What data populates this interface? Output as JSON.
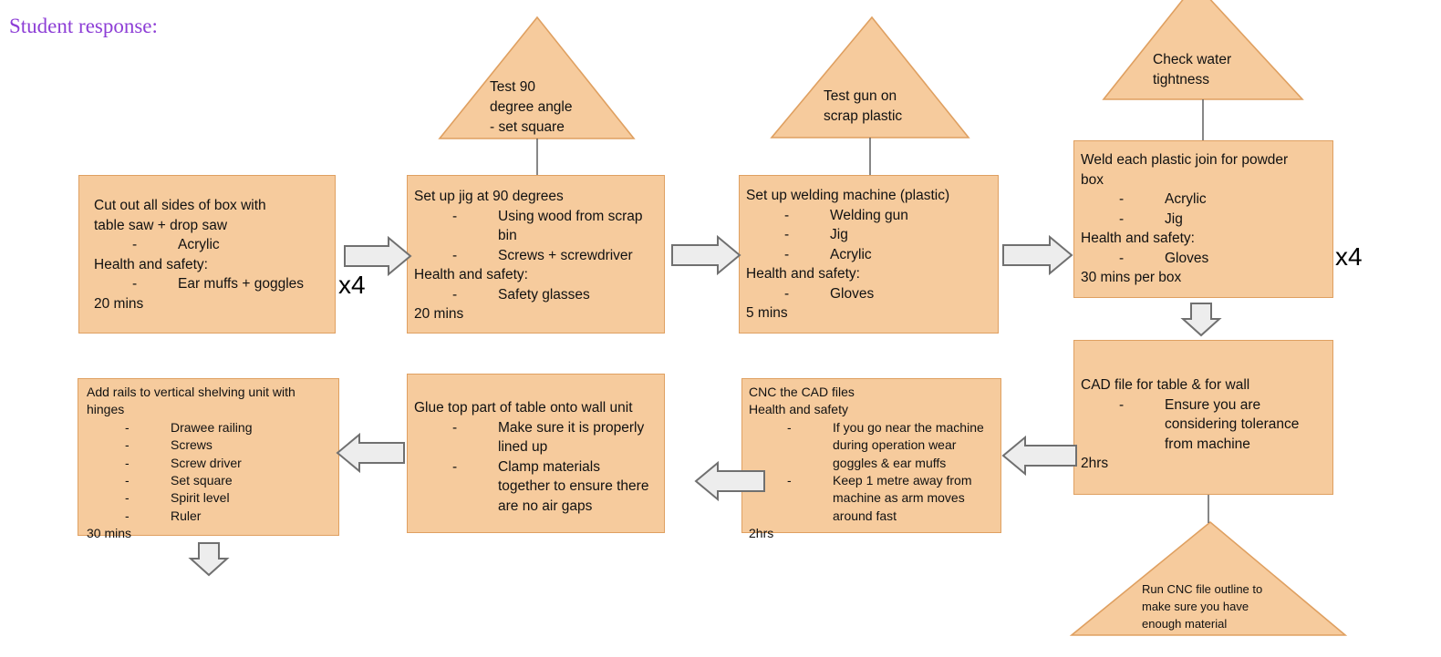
{
  "title": {
    "text": "Student response:",
    "color": "#8d3ed6"
  },
  "colors": {
    "shape_fill": "#f6cb9d",
    "shape_border": "#dfa061",
    "arrow_fill": "#ededed",
    "arrow_border": "#707070",
    "connector": "#5f5f5f",
    "text": "#111111",
    "background": "#ffffff"
  },
  "labels": {
    "cut_multiplier": "x4",
    "weld_multiplier": "x4"
  },
  "boxes": [
    {
      "name": "cut-box-sides",
      "lines": [
        {
          "text": "Cut out all sides of box with",
          "style": "plain"
        },
        {
          "text": "table saw + drop saw",
          "style": "plain"
        },
        {
          "text": "Acrylic",
          "style": "bullet"
        },
        {
          "text": "Health and safety:",
          "style": "plain"
        },
        {
          "text": "Ear muffs + goggles",
          "style": "bullet"
        },
        {
          "text": "20 mins",
          "style": "plain"
        }
      ]
    },
    {
      "name": "set-up-jig",
      "lines": [
        {
          "text": "Set up jig at 90 degrees",
          "style": "plain"
        },
        {
          "text": "Using wood from scrap",
          "style": "bullet"
        },
        {
          "text": "bin",
          "style": "cont"
        },
        {
          "text": "Screws + screwdriver",
          "style": "bullet"
        },
        {
          "text": "Health and safety:",
          "style": "plain"
        },
        {
          "text": "Safety glasses",
          "style": "bullet"
        },
        {
          "text": "20 mins",
          "style": "plain"
        }
      ]
    },
    {
      "name": "set-up-welding-machine",
      "lines": [
        {
          "text": "Set up welding machine (plastic)",
          "style": "plain"
        },
        {
          "text": "Welding gun",
          "style": "bullet"
        },
        {
          "text": "Jig",
          "style": "bullet"
        },
        {
          "text": "Acrylic",
          "style": "bullet"
        },
        {
          "text": "Health and safety:",
          "style": "plain"
        },
        {
          "text": "Gloves",
          "style": "bullet"
        },
        {
          "text": "5 mins",
          "style": "plain"
        }
      ]
    },
    {
      "name": "weld-plastic-joins",
      "lines": [
        {
          "text": "Weld each plastic join for powder",
          "style": "plain"
        },
        {
          "text": "box",
          "style": "plain"
        },
        {
          "text": "Acrylic",
          "style": "bullet"
        },
        {
          "text": "Jig",
          "style": "bullet"
        },
        {
          "text": "Health and safety:",
          "style": "plain"
        },
        {
          "text": "Gloves",
          "style": "bullet"
        },
        {
          "text": "30 mins per box",
          "style": "plain"
        }
      ]
    },
    {
      "name": "cad-file",
      "lines": [
        {
          "text": "CAD file for table & for wall",
          "style": "plain"
        },
        {
          "text": "Ensure you are",
          "style": "bullet"
        },
        {
          "text": "considering tolerance",
          "style": "cont"
        },
        {
          "text": "from machine",
          "style": "cont"
        },
        {
          "text": "2hrs",
          "style": "plain"
        }
      ]
    },
    {
      "name": "cnc-cad-files",
      "lines": [
        {
          "text": "CNC the CAD files",
          "style": "plain"
        },
        {
          "text": "Health and safety",
          "style": "plain"
        },
        {
          "text": "If you go near the machine",
          "style": "bullet"
        },
        {
          "text": "during operation wear",
          "style": "cont"
        },
        {
          "text": "goggles & ear muffs",
          "style": "cont"
        },
        {
          "text": "Keep 1 metre away from",
          "style": "bullet"
        },
        {
          "text": "machine as arm moves",
          "style": "cont"
        },
        {
          "text": "around fast",
          "style": "cont"
        },
        {
          "text": "2hrs",
          "style": "plain"
        }
      ]
    },
    {
      "name": "glue-table-top",
      "lines": [
        {
          "text": "Glue top part of table onto wall unit",
          "style": "plain"
        },
        {
          "text": "Make sure it is properly",
          "style": "bullet"
        },
        {
          "text": "lined up",
          "style": "cont"
        },
        {
          "text": "Clamp materials",
          "style": "bullet"
        },
        {
          "text": "together to ensure there",
          "style": "cont"
        },
        {
          "text": "are no air gaps",
          "style": "cont"
        }
      ]
    },
    {
      "name": "add-rails",
      "lines": [
        {
          "text": "Add rails to vertical shelving unit with",
          "style": "plain"
        },
        {
          "text": "hinges",
          "style": "plain"
        },
        {
          "text": "Drawee railing",
          "style": "bullet"
        },
        {
          "text": "Screws",
          "style": "bullet"
        },
        {
          "text": "Screw driver",
          "style": "bullet"
        },
        {
          "text": "Set square",
          "style": "bullet"
        },
        {
          "text": "Spirit level",
          "style": "bullet"
        },
        {
          "text": "Ruler",
          "style": "bullet"
        },
        {
          "text": "30 mins",
          "style": "plain"
        }
      ]
    }
  ],
  "triangles": [
    {
      "name": "test-90-degree-angle",
      "lines": [
        {
          "text": "Test 90",
          "style": "plain"
        },
        {
          "text": "degree angle",
          "style": "plain"
        },
        {
          "text": "- set square",
          "style": "plain"
        }
      ]
    },
    {
      "name": "test-gun-on-scrap",
      "lines": [
        {
          "text": "Test gun on",
          "style": "plain"
        },
        {
          "text": "scrap plastic",
          "style": "plain"
        }
      ]
    },
    {
      "name": "check-water-tightness",
      "lines": [
        {
          "text": "Check water",
          "style": "plain"
        },
        {
          "text": "tightness",
          "style": "plain"
        }
      ]
    },
    {
      "name": "run-cnc-outline",
      "lines": [
        {
          "text": "Run CNC file outline to",
          "style": "plain"
        },
        {
          "text": "make sure you have",
          "style": "plain"
        },
        {
          "text": "enough material",
          "style": "plain"
        }
      ]
    }
  ],
  "arrows": [
    {
      "name": "arrow-cut-to-jig",
      "direction": "right"
    },
    {
      "name": "arrow-jig-to-welding",
      "direction": "right"
    },
    {
      "name": "arrow-welding-to-weld-joins",
      "direction": "right"
    },
    {
      "name": "arrow-weld-joins-to-cad",
      "direction": "down"
    },
    {
      "name": "arrow-cad-to-cnc",
      "direction": "left"
    },
    {
      "name": "arrow-cnc-to-glue",
      "direction": "left"
    },
    {
      "name": "arrow-glue-to-add-rails",
      "direction": "left"
    },
    {
      "name": "arrow-add-rails-next",
      "direction": "down"
    }
  ]
}
